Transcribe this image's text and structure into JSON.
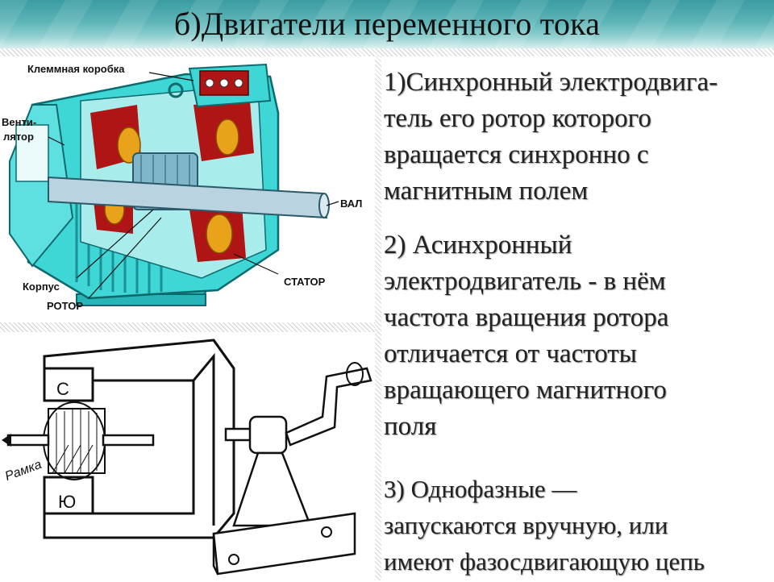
{
  "title": "б)Двигатели переменного тока",
  "motor_labels": {
    "terminal_box": "Клеммная коробка",
    "fan_line1": "Венти-",
    "fan_line2": "лятор",
    "shaft": "ВАЛ",
    "housing": "Корпус",
    "rotor": "РОТОР",
    "stator": "СТАТОР"
  },
  "generator_labels": {
    "north": "С",
    "south": "Ю",
    "frame": "Рамка"
  },
  "items": [
    {
      "lines": [
        "1)Синхронный электродвига-",
        "тель его ротор  которого",
        "вращается синхронно с",
        "магнитным полем"
      ]
    },
    {
      "lines": [
        "2) Асинхронный",
        "электродвигатель - в нём",
        "частота вращения ротора",
        "отличается от частоты",
        "вращающего магнитного",
        "поля"
      ]
    },
    {
      "lines": [
        "3) Однофазные —",
        "запускаются вручную, или",
        "имеют фазосдвигающую цепь"
      ]
    }
  ],
  "colors": {
    "motor_body": "#3fd6d6",
    "motor_dark": "#1a8f94",
    "winding": "#b01515",
    "copper": "#e8a31a",
    "text": "#222222"
  }
}
